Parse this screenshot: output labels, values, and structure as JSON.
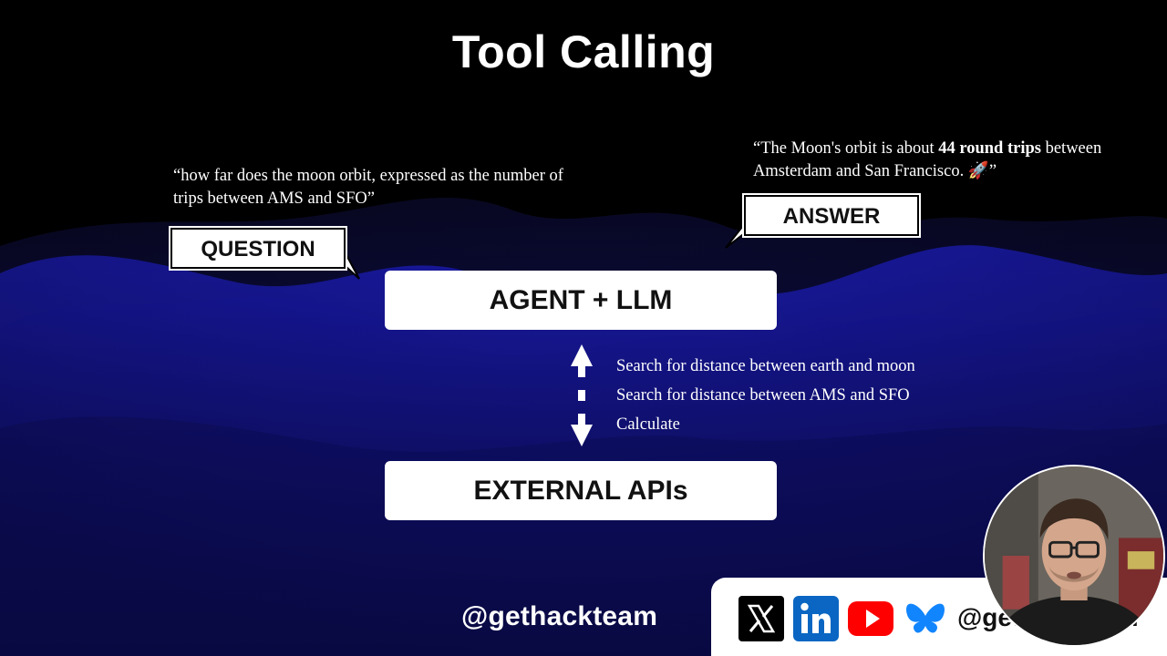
{
  "slide": {
    "title": "Tool Calling",
    "question_quote": "“how far does the moon orbit, expressed as the number of trips between AMS and SFO”",
    "question_label": "QUESTION",
    "answer_quote": {
      "before": "“The Moon's orbit is about ",
      "bold": "44 round trips",
      "after": " between Amsterdam and San Francisco. 🚀”"
    },
    "answer_label": "ANSWER",
    "agent_box": "AGENT + LLM",
    "api_box": "EXTERNAL APIs",
    "steps": [
      "Search for distance between earth and moon",
      "Search for distance between AMS and SFO",
      "Calculate"
    ]
  },
  "branding": {
    "handle": "@gethackteam",
    "social_handle": "@gethackteam",
    "social_icons": [
      "x-icon",
      "linkedin-icon",
      "youtube-icon",
      "bluesky-icon"
    ]
  },
  "colors": {
    "background_top": "#000000",
    "wave_blue": "#1a1ac8",
    "bubble_fill": "#ffffff",
    "linkedin": "#0a66c2",
    "youtube": "#ff0000",
    "bluesky": "#1185fe"
  }
}
